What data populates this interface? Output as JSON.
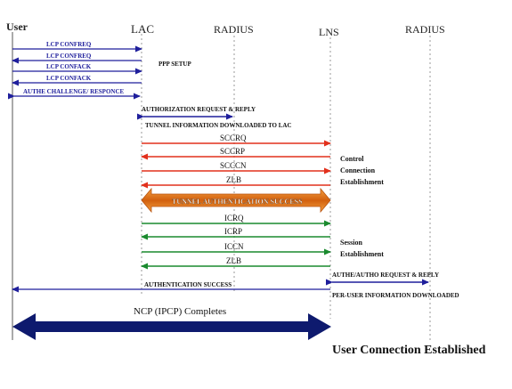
{
  "entities": {
    "user": "User",
    "lac": "LAC",
    "radius1": "RADIUS",
    "lns": "LNS",
    "radius2": "RADIUS"
  },
  "messages": {
    "lcp_confreq_1": "LCP CONFREQ",
    "lcp_confreq_2": "LCP CONFREQ",
    "lcp_confack_1": "LCP CONFACK",
    "lcp_confack_2": "LCP CONFACK",
    "authe_challenge": "AUTHE CHALLENGE/ RESPONCE",
    "ppp_setup": "PPP SETUP",
    "authorization": "AUTHORIZATION REQUEST & REPLY",
    "tunnel_info": "TUNNEL INFORMATION DOWNLOADED TO LAC",
    "sccrq": "SCCRQ",
    "sccrp": "SCCRP",
    "scccn": "SCCCN",
    "zlb_1": "ZLB",
    "tunnel_auth": "TUNNEL AUTHENTICATION SUCCESS",
    "icrq": "ICRQ",
    "icrp": "ICRP",
    "iccn": "ICCN",
    "zlb_2": "ZLB",
    "authe_autho": "AUTHE/AUTHO REQUEST & REPLY",
    "auth_success": "AUTHENTICATION SUCCESS",
    "per_user": "PER-USER INFORMATION DOWNLOADED",
    "ncp": "NCP (IPCP) Completes"
  },
  "notes": {
    "control_1": "Control",
    "control_2": "Connection",
    "control_3": "Establishment",
    "session_1": "Session",
    "session_2": "Establishment",
    "final": "User Connection Established"
  },
  "colors": {
    "blue": "#1f1f9c",
    "navy": "#0e1a6e",
    "red": "#e2301c",
    "green": "#1a8a2e",
    "orange": "#e0781c"
  }
}
